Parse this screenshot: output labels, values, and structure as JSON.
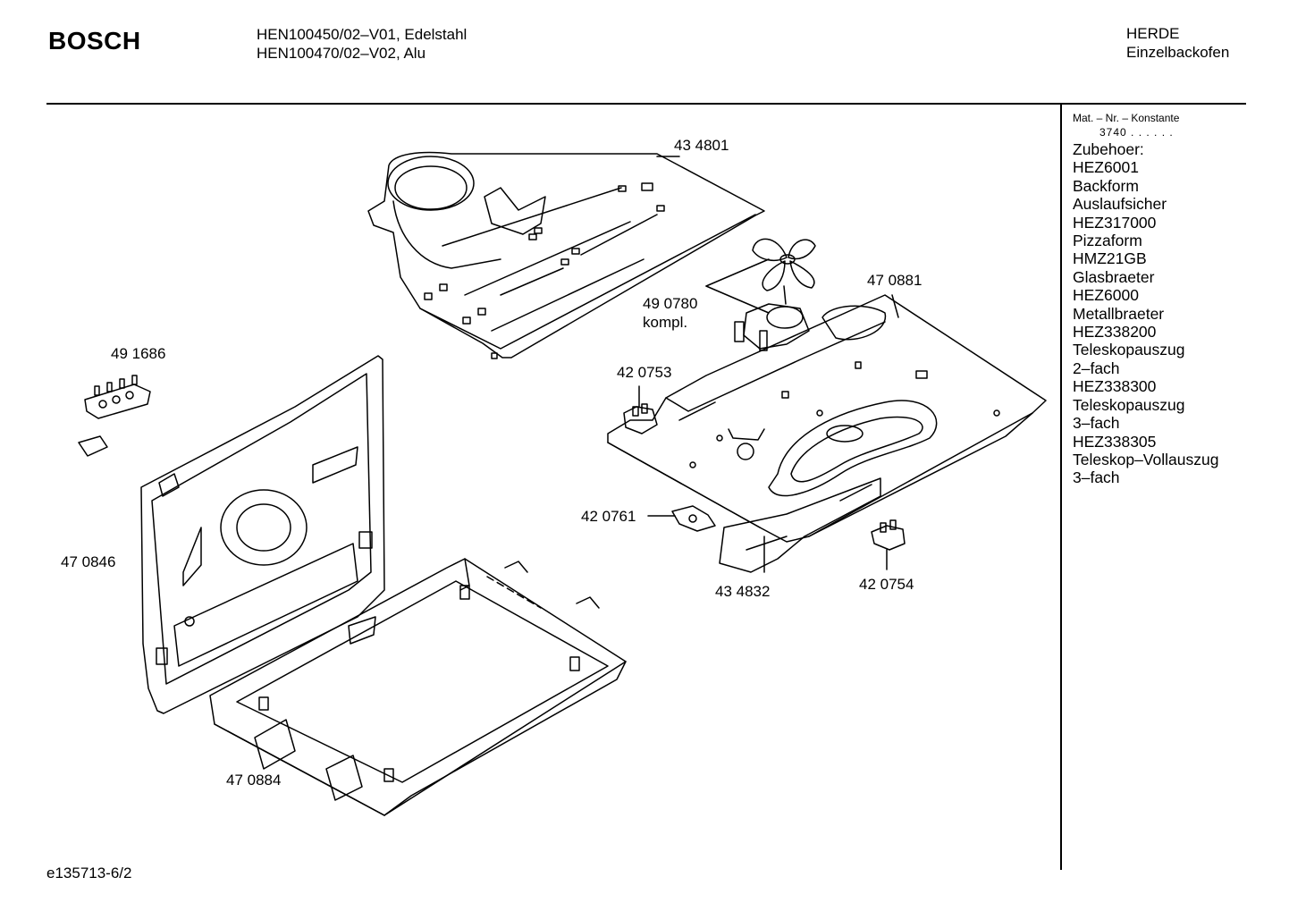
{
  "header": {
    "brand": "BOSCH",
    "model_lines": [
      "HEN100450/02–V01, Edelstahl",
      "HEN100470/02–V02, Alu"
    ],
    "category_lines": [
      "HERDE",
      "Einzelbackofen"
    ]
  },
  "sidebar": {
    "mat_label": "Mat. – Nr. – Konstante",
    "mat_value": "3740 . . . . . .",
    "items": [
      "Zubehoer:",
      "HEZ6001",
      "Backform",
      "Auslaufsicher",
      "HEZ317000",
      "Pizzaform",
      "HMZ21GB",
      "Glasbraeter",
      "HEZ6000",
      "Metallbraeter",
      "HEZ338200",
      "Teleskopauszug",
      "2–fach",
      "HEZ338300",
      "Teleskopauszug",
      "3–fach",
      "HEZ338305",
      "Teleskop–Vollauszug",
      "3–fach"
    ]
  },
  "parts": {
    "p434801": "43 4801",
    "p490780": "49 0780",
    "p490780_sub": "kompl.",
    "p470881": "47 0881",
    "p491686": "49 1686",
    "p420753": "42 0753",
    "p420761": "42 0761",
    "p470846": "47 0846",
    "p434832": "43 4832",
    "p420754": "42 0754",
    "p470884": "47 0884"
  },
  "footer": {
    "doc_id": "e135713-6/2"
  }
}
